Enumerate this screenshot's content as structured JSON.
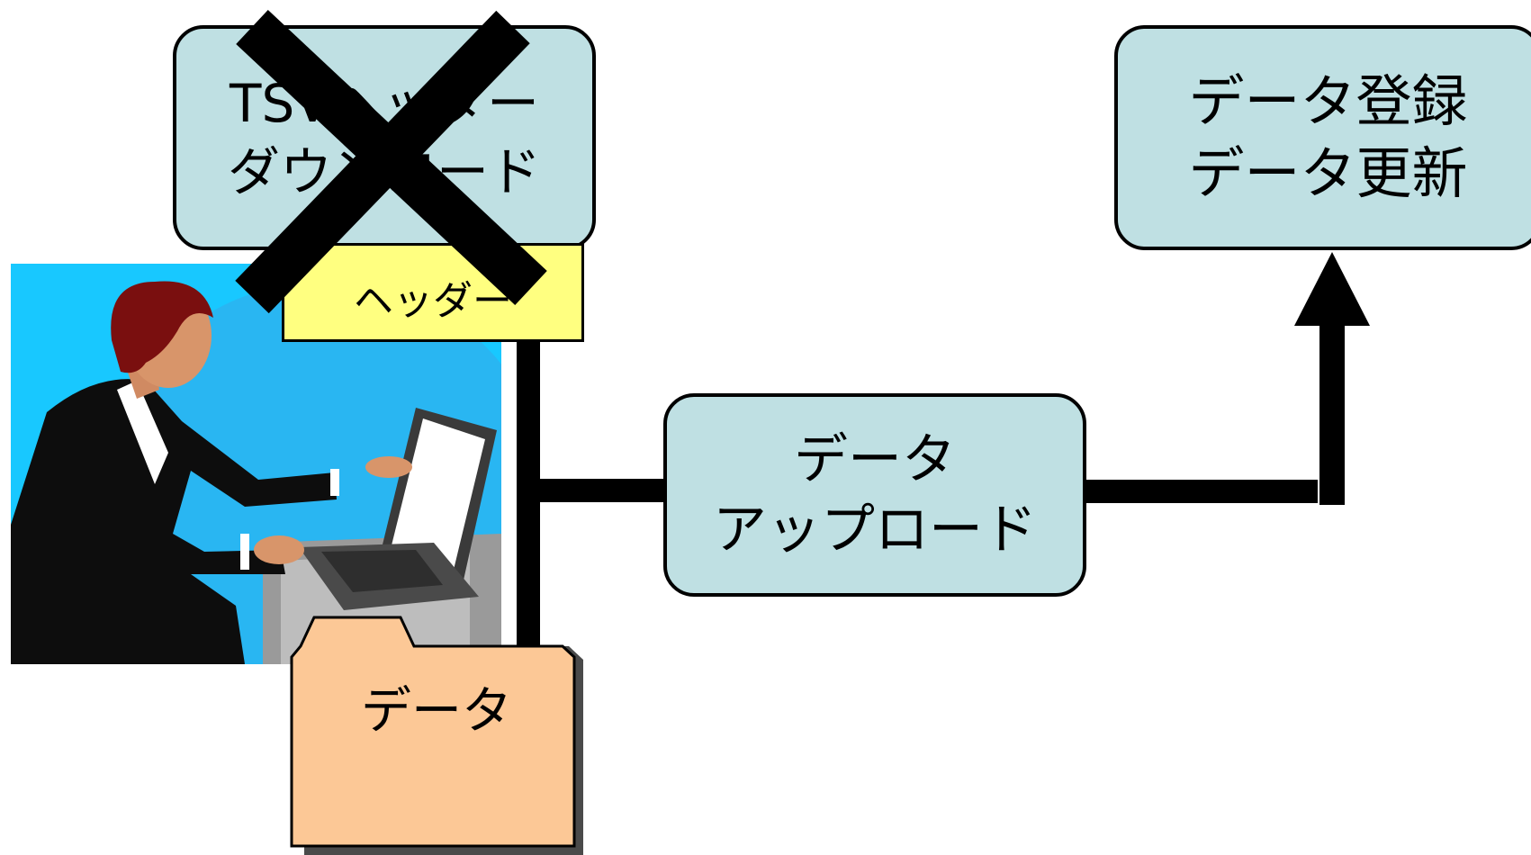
{
  "boxes": {
    "tsv_download": {
      "lines": [
        "TSVヘッダー",
        "ダウンロード"
      ]
    },
    "header_tag": "ヘッダー",
    "data_register": {
      "lines": [
        "データ登録",
        "データ更新"
      ]
    },
    "data_upload": {
      "lines": [
        "データ",
        "アップロード"
      ]
    },
    "data_folder": "データ"
  },
  "colors": {
    "box_fill": "#bfe0e3",
    "header_fill": "#ffff80",
    "folder_fill": "#fcc896",
    "scene_bg": "#18c8ff"
  },
  "icons": {
    "cross": "cross-out-icon",
    "arrow": "arrow-up-icon",
    "person": "person-at-laptop-illustration",
    "folder": "folder-icon"
  }
}
